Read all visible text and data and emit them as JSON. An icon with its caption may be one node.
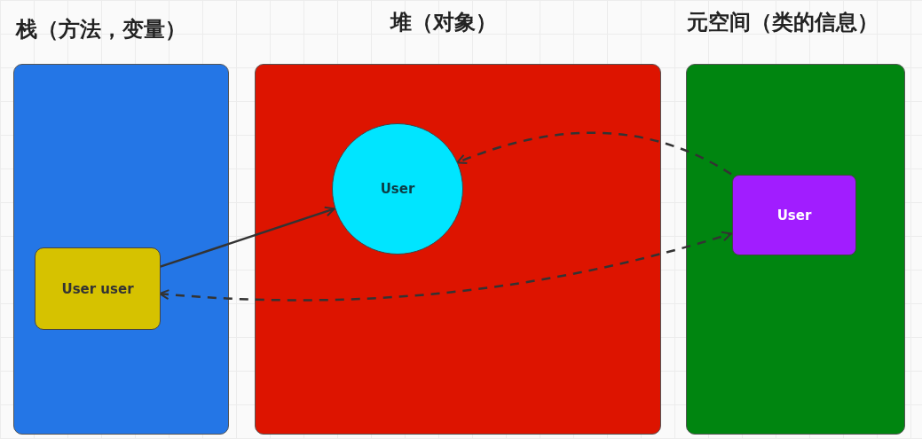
{
  "diagram": {
    "nodes": [
      {
        "text": [
          "栈（方法，变量）"
        ]
      },
      {
        "text": [
          "堆（对象）"
        ]
      },
      {
        "text": [
          "元空间（类的信息）"
        ]
      },
      {
        "text": [
          "User user"
        ],
        "in": 0
      },
      {
        "text": [
          "User"
        ],
        "in": 1
      },
      {
        "text": [
          "User"
        ],
        "in": 2
      }
    ],
    "edges": [
      {
        "from": 3,
        "to": 4,
        "arrow": "to"
      },
      {
        "from": 5,
        "to": 4,
        "arrow": "to",
        "style": "dashed"
      },
      {
        "from": 3,
        "to": 5,
        "arrow": "both",
        "style": "dashed"
      }
    ]
  }
}
